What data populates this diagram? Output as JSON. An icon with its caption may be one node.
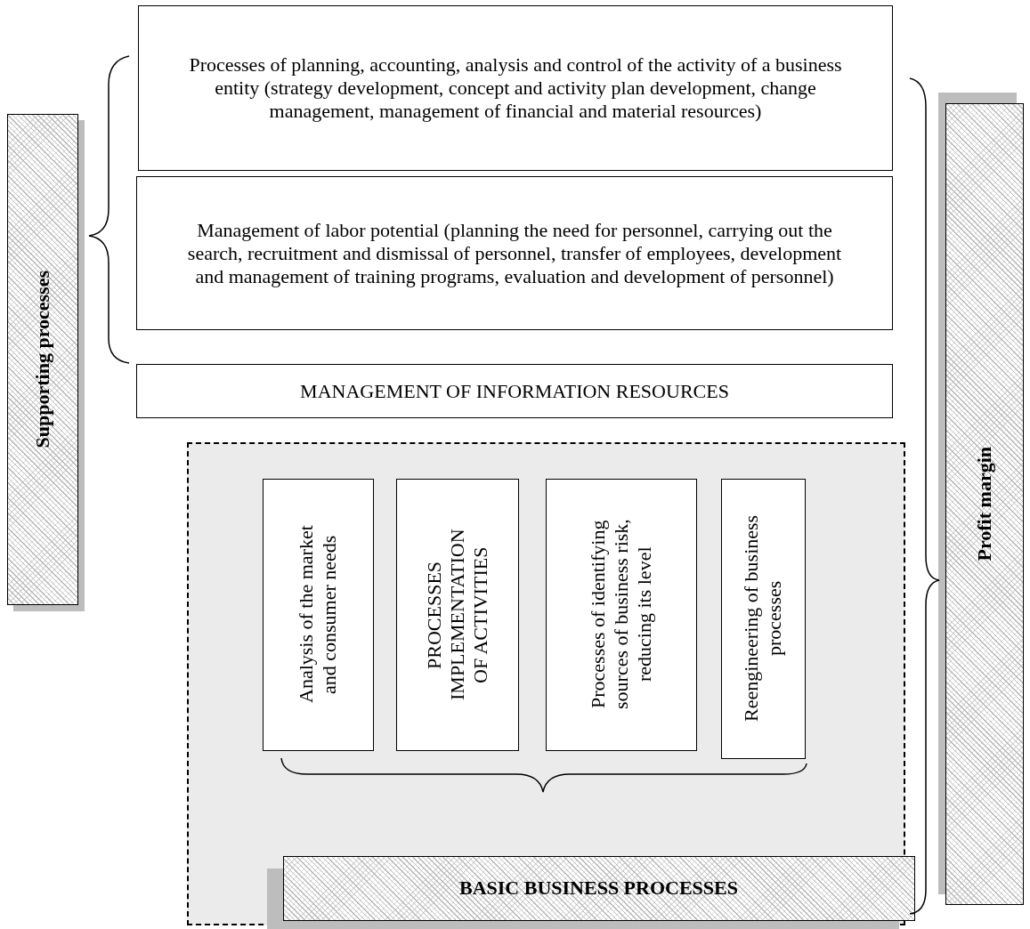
{
  "diagram": {
    "nodes": [
      {
        "text": [
          "Supporting processes"
        ]
      },
      {
        "text": [
          "Processes of planning, accounting, analysis and control of the activity of a business entity (strategy development, concept and activity plan development, change management, management of financial and material resources)"
        ]
      },
      {
        "text": [
          "Management of labor potential (planning the need for personnel, carrying out the search, recruitment and dismissal of personnel, transfer of employees, development and management of training programs, evaluation and development of personnel)"
        ]
      },
      {
        "text": [
          "MANAGEMENT OF INFORMATION RESOURCES"
        ]
      },
      {
        "text": [],
        "shape": "box"
      },
      {
        "text": [
          "Analysis of the market and consumer needs"
        ],
        "in": 4
      },
      {
        "text": [
          "PROCESSES IMPLEMENTATION OF ACTIVITIES"
        ],
        "in": 4
      },
      {
        "text": [
          "Processes of identifying sources of business risk, reducing its level"
        ],
        "in": 4
      },
      {
        "text": [
          "Reengineering of business processes"
        ],
        "in": 4
      },
      {
        "text": [
          "BASIC BUSINESS PROCESSES"
        ],
        "in": 4
      },
      {
        "text": [
          "Profit margin"
        ]
      }
    ]
  }
}
